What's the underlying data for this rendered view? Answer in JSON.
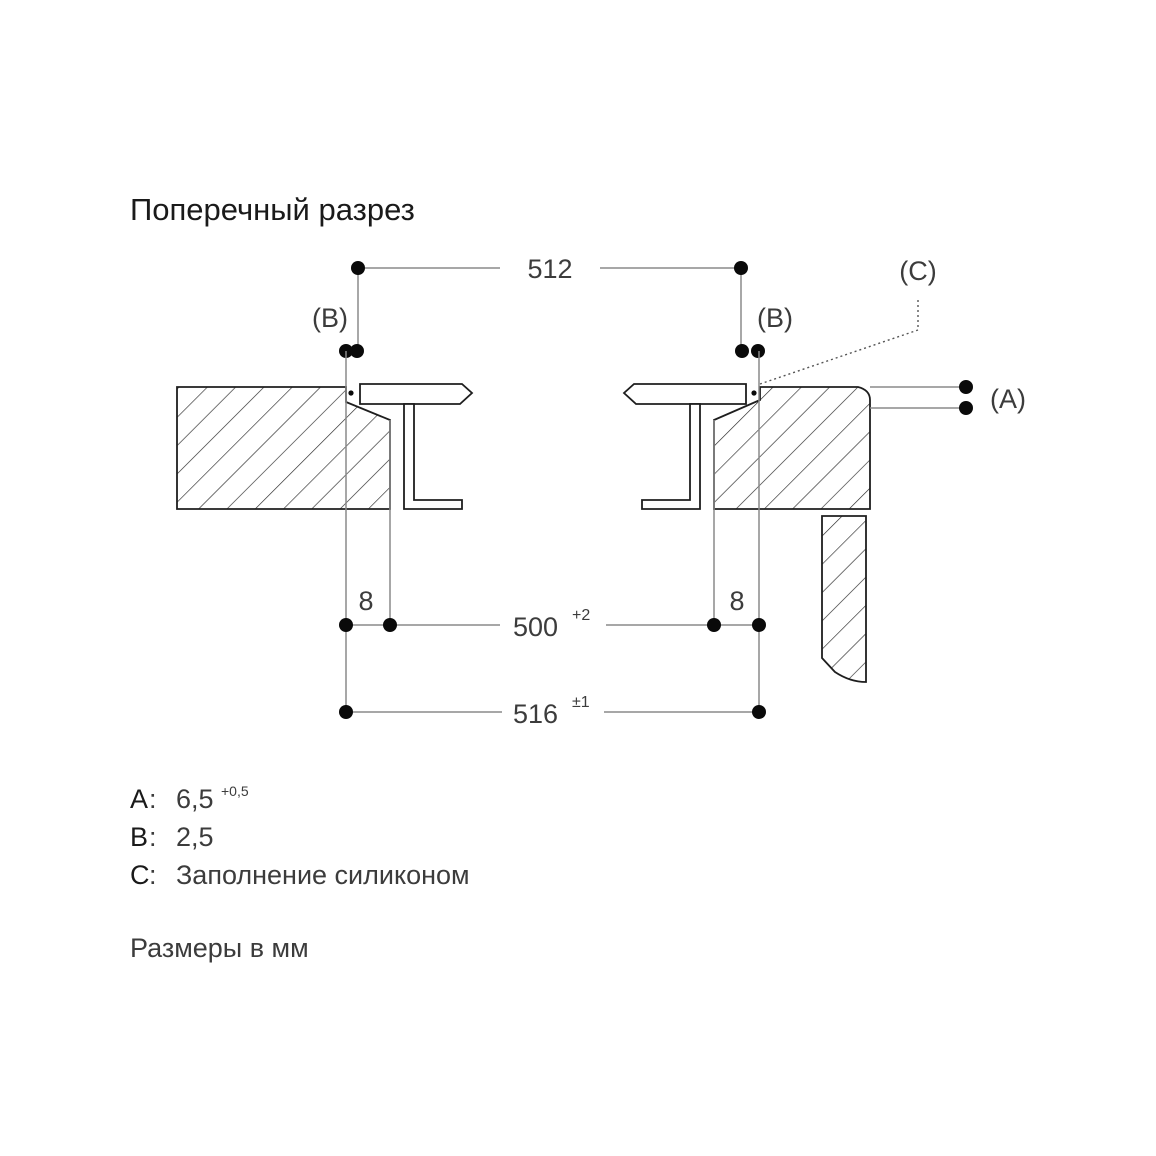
{
  "title": "Поперечный разрез",
  "dimensions": {
    "top_width": "512",
    "cutout_width": "500",
    "cutout_tolerance": "+2",
    "outer_width": "516",
    "outer_tolerance": "±1",
    "edge_gap_left": "8",
    "edge_gap_right": "8"
  },
  "markers": {
    "b_left": "(B)",
    "b_right": "(B)",
    "a": "(A)",
    "c": "(C)"
  },
  "legend": [
    {
      "key": "A",
      "sep": ":",
      "value": "6,5",
      "sup": "+0,5"
    },
    {
      "key": "B",
      "sep": ":",
      "value": "2,5",
      "sup": ""
    },
    {
      "key": "C",
      "sep": ":",
      "value": "Заполнение силиконом",
      "sup": ""
    }
  ],
  "units_note": "Размеры в мм"
}
